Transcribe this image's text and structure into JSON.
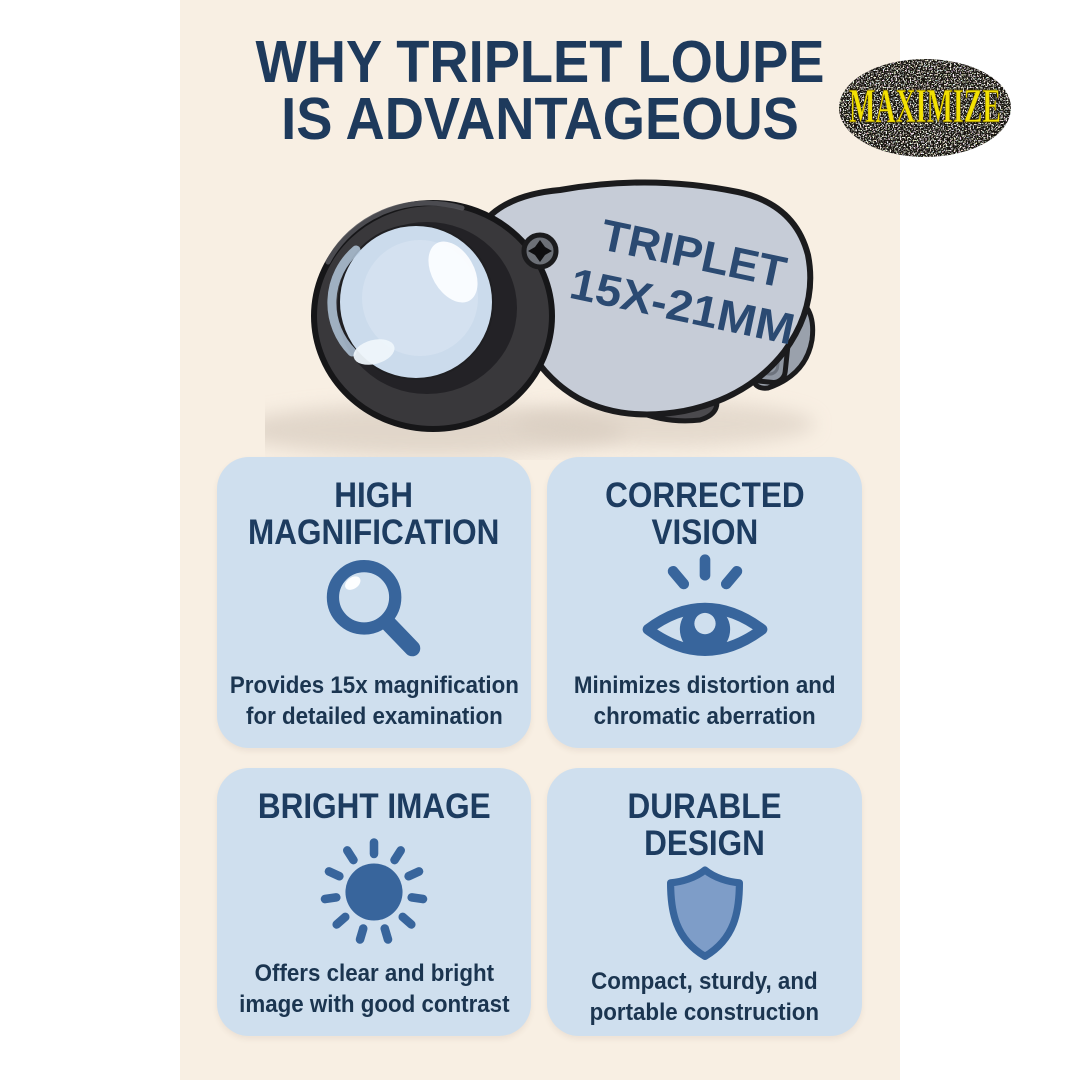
{
  "poster": {
    "title": [
      "WHY TRIPLET LOUPE",
      "IS ADVANTAGEOUS"
    ]
  },
  "logo": {
    "text": "MAXIMIZE"
  },
  "loupe": {
    "label": [
      "TRIPLET",
      "15X-21MM"
    ]
  },
  "cards": [
    {
      "heading": [
        "HIGH",
        "MAGNIFICATION"
      ],
      "icon": "magnifier-icon",
      "body": [
        "Provides 15x magnification",
        "for detailed examination"
      ]
    },
    {
      "heading": [
        "CORRECTED",
        "VISION"
      ],
      "icon": "eye-icon",
      "body": [
        "Minimizes distortion and",
        "chromatic aberration"
      ]
    },
    {
      "heading": [
        "BRIGHT IMAGE"
      ],
      "icon": "sun-icon",
      "body": [
        "Offers clear and bright",
        "image with good contrast"
      ]
    },
    {
      "heading": [
        "DURABLE",
        "DESIGN"
      ],
      "icon": "shield-icon",
      "body": [
        "Compact, sturdy, and",
        "portable construction"
      ]
    }
  ],
  "colors": {
    "page_bg": "#ffffff",
    "poster_bg": "#f8efe3",
    "title_navy": "#1e3a5c",
    "card_bg": "#cfdfee",
    "heading_navy": "#1d3c60",
    "body_navy": "#1b3550",
    "icon_blue": "#38659c",
    "shield_fill": "#7e9dc8",
    "loupe_label": "#2b4a72",
    "logo_text": "#f3e103",
    "logo_oval": "#16130e",
    "case_gray": "#c6ccd7",
    "housing_black": "#39383b",
    "lens_blue": "#cbdbec"
  }
}
